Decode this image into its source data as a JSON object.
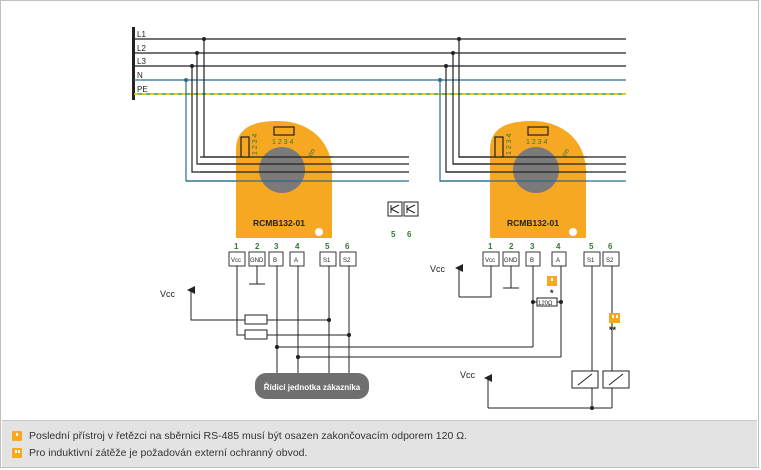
{
  "bus_lines": [
    "L1",
    "L2",
    "L3",
    "N",
    "PE"
  ],
  "devices": [
    {
      "model": "RCMB132-01",
      "dip_label": "1 2 3 4",
      "dip_on": "on"
    },
    {
      "model": "RCMB132-01",
      "dip_label": "1 2 3 4",
      "dip_on": "on"
    }
  ],
  "terminal_numbers": [
    "1",
    "2",
    "3",
    "4",
    "5",
    "6"
  ],
  "terminal_labels": [
    "Vcc",
    "GND",
    "B",
    "A",
    "S1",
    "S2"
  ],
  "relay_terminal_numbers": [
    "5",
    "6"
  ],
  "supply_label": "Vcc",
  "resistor_label": "120Ω",
  "marker_single": "*",
  "marker_double": "**",
  "controller_label": "Řídicí jednotka zákazníka",
  "footnotes": [
    {
      "icon": "single-note-icon",
      "text": "Poslední přístroj v řetězci na sběrnici RS-485 musí být osazen zakončovacím odporem 120 Ω."
    },
    {
      "icon": "double-note-icon",
      "text": "Pro induktivní zátěže je požadován externí ochranný obvod."
    }
  ],
  "colors": {
    "device_body": "#f7a823",
    "core": "#7a7a7a",
    "neutral": "#2b6c8f",
    "pe_green": "#3aa12f",
    "pe_yellow": "#e8c51d",
    "terminal_text": "#3aa12f",
    "controller": "#6f6f6f"
  }
}
